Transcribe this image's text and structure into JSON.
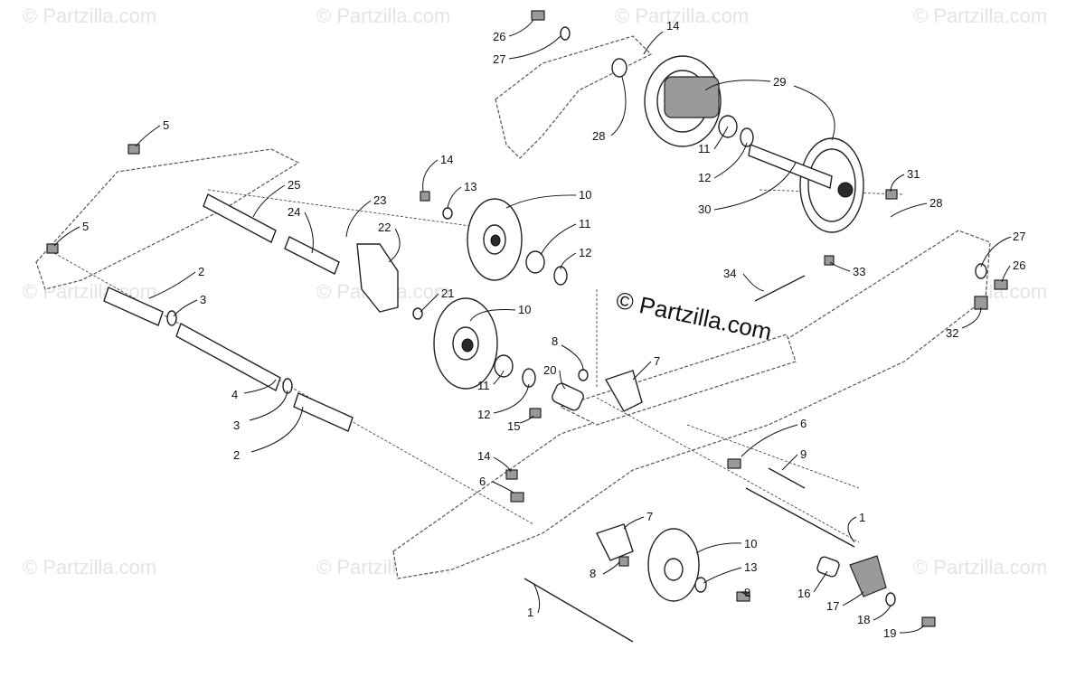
{
  "watermark": {
    "tile_text": "© Partzilla.com",
    "main_text": "© Partzilla.com"
  },
  "callouts": [
    "26",
    "27",
    "14",
    "29",
    "28",
    "11",
    "12",
    "31",
    "28",
    "30",
    "5",
    "14",
    "13",
    "10",
    "11",
    "12",
    "25",
    "24",
    "23",
    "22",
    "5",
    "2",
    "3",
    "21",
    "10",
    "27",
    "26",
    "34",
    "33",
    "32",
    "8",
    "7",
    "20",
    "4",
    "3",
    "2",
    "11",
    "12",
    "15",
    "6",
    "9",
    "14",
    "6",
    "7",
    "1",
    "10",
    "8",
    "13",
    "9",
    "16",
    "17",
    "18",
    "19",
    "1"
  ],
  "colors": {
    "ink": "#111111",
    "watermark": "#e4e4e4",
    "background": "#ffffff"
  }
}
